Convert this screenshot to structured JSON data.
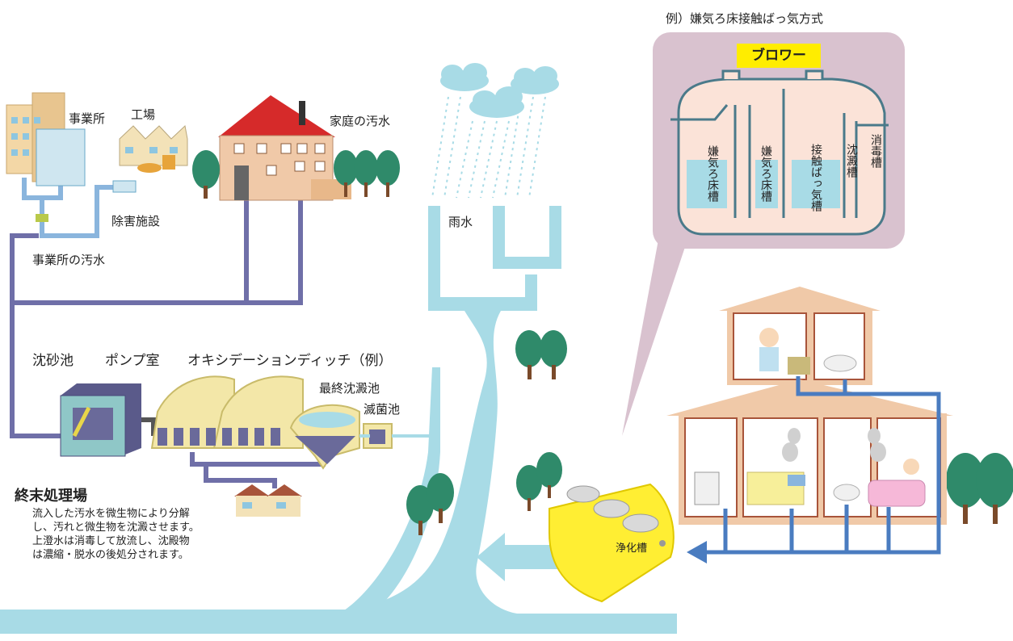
{
  "labels": {
    "office": "事業所",
    "factory": "工場",
    "home_sewage": "家庭の汚水",
    "removal_facility": "除害施設",
    "office_sewage": "事業所の汚水",
    "rain": "雨水",
    "grit_chamber": "沈砂池",
    "pump_room": "ポンプ室",
    "oxidation_ditch": "オキシデーションディッチ（例）",
    "final_settling": "最終沈澱池",
    "disinfection": "滅菌池",
    "treatment_plant": "終末処理場",
    "septic_tank": "浄化槽"
  },
  "plant_description": [
    "流入した汚水を微生物により分解",
    "し、汚れと微生物を沈澱させます。",
    "上澄水は消毒して放流し、沈殿物",
    "は濃縮・脱水の後処分されます。"
  ],
  "septic_detail": {
    "caption": "例）嫌気ろ床接触ばっ気方式",
    "blower": "ブロワー",
    "chambers": [
      "嫌気ろ床槽",
      "嫌気ろ床槽",
      "接触ばっ気槽",
      "沈澱槽",
      "消毒槽"
    ]
  },
  "colors": {
    "river": "#a8dbe6",
    "sewer_pipe": "#6f6fa8",
    "house_pipe": "#4a7cc0",
    "callout": "#d9c2cf",
    "tank": "#ffee33",
    "tree": "#2f8a6a",
    "roof": "#d62a2a"
  }
}
